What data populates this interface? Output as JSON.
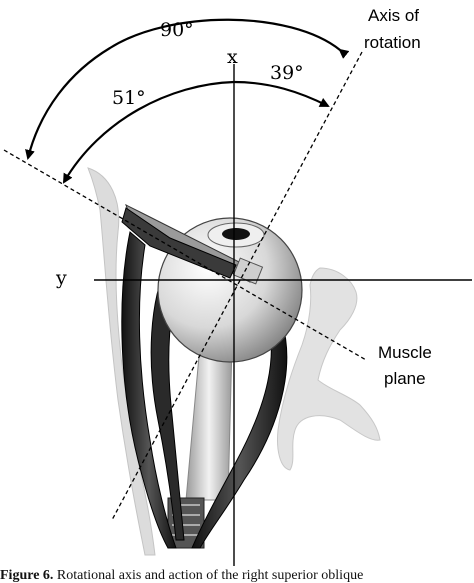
{
  "labels": {
    "x_axis": "x",
    "y_axis": "y",
    "angle_total": "90°",
    "angle_left": "51°",
    "angle_right": "39°",
    "axis_of_rotation_line1": "Axis of",
    "axis_of_rotation_line2": "rotation",
    "muscle_plane_line1": "Muscle",
    "muscle_plane_line2": "plane"
  },
  "caption": {
    "label": "Figure 6.",
    "text": "Rotational axis and action of the right superior oblique"
  }
}
